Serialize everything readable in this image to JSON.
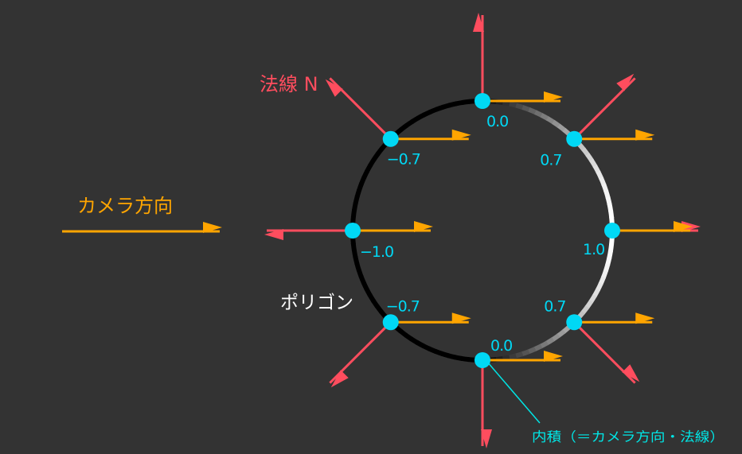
{
  "labels": {
    "normal": "法線 N",
    "camera_direction": "カメラ方向",
    "polygon": "ポリゴン",
    "dot_product": "内積（＝カメラ方向・法線）"
  },
  "points": [
    {
      "name": "top",
      "value": "0.0"
    },
    {
      "name": "upper-right",
      "value": "0.7"
    },
    {
      "name": "right",
      "value": "1.0"
    },
    {
      "name": "lower-right",
      "value": "0.7"
    },
    {
      "name": "bottom",
      "value": "0.0"
    },
    {
      "name": "lower-left",
      "value": "−0.7"
    },
    {
      "name": "left",
      "value": "−1.0"
    },
    {
      "name": "upper-left",
      "value": "−0.7"
    }
  ],
  "colors": {
    "background": "#333333",
    "normal_arrow": "#ff4d5e",
    "camera_arrow": "#ffa500",
    "point": "#00d8f5",
    "value_text": "#00d8f5",
    "polygon_dark": "#000000",
    "polygon_light": "#ffffff",
    "leader_line": "#00e5e5",
    "label_text": "#ffffff"
  }
}
